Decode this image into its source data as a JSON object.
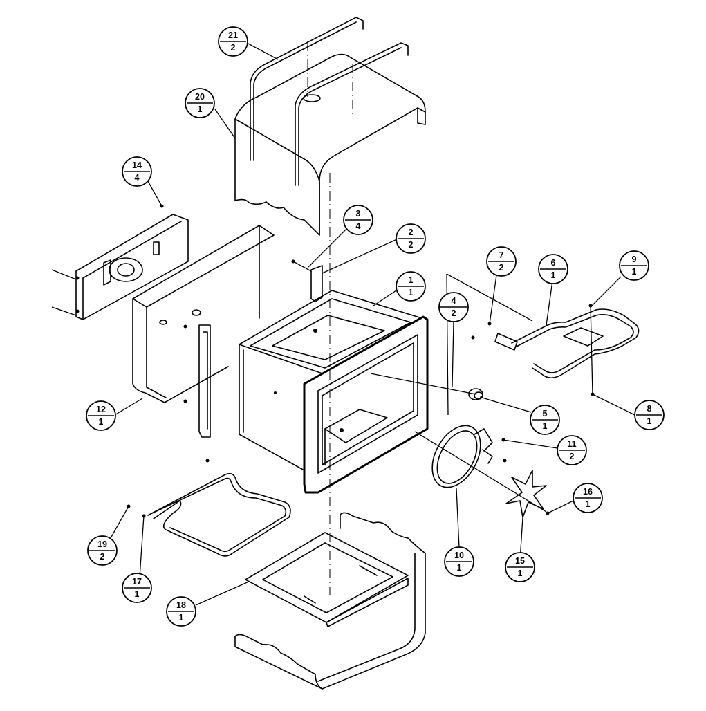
{
  "callouts": [
    {
      "id": "c21",
      "top": "21",
      "bottom": "2"
    },
    {
      "id": "c20",
      "top": "20",
      "bottom": "1"
    },
    {
      "id": "c14",
      "top": "14",
      "bottom": "4"
    },
    {
      "id": "c3",
      "top": "3",
      "bottom": "4"
    },
    {
      "id": "c2",
      "top": "2",
      "bottom": "2"
    },
    {
      "id": "c1",
      "top": "1",
      "bottom": "1"
    },
    {
      "id": "c4",
      "top": "4",
      "bottom": "2"
    },
    {
      "id": "c7",
      "top": "7",
      "bottom": "2"
    },
    {
      "id": "c6",
      "top": "6",
      "bottom": "1"
    },
    {
      "id": "c9",
      "top": "9",
      "bottom": "1"
    },
    {
      "id": "c8",
      "top": "8",
      "bottom": "1"
    },
    {
      "id": "c5",
      "top": "5",
      "bottom": "1"
    },
    {
      "id": "c11",
      "top": "11",
      "bottom": "2"
    },
    {
      "id": "c12",
      "top": "12",
      "bottom": "1"
    },
    {
      "id": "c16",
      "top": "16",
      "bottom": "1"
    },
    {
      "id": "c10",
      "top": "10",
      "bottom": "1"
    },
    {
      "id": "c15",
      "top": "15",
      "bottom": "1"
    },
    {
      "id": "c19",
      "top": "19",
      "bottom": "2"
    },
    {
      "id": "c17",
      "top": "17",
      "bottom": "1"
    },
    {
      "id": "c18",
      "top": "18",
      "bottom": "1"
    }
  ]
}
